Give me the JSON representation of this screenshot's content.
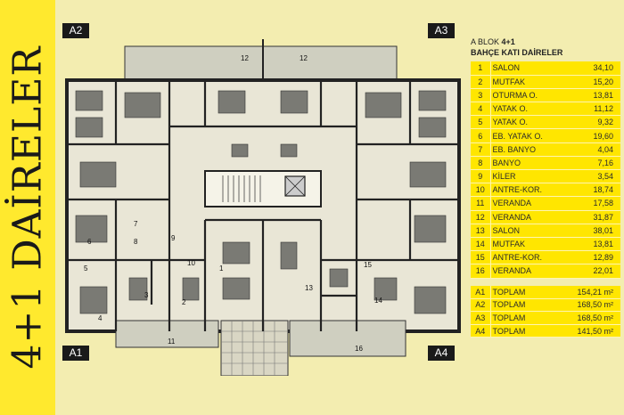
{
  "title": "4+1 DAİRELER",
  "corners": {
    "a1": "A1",
    "a2": "A2",
    "a3": "A3",
    "a4": "A4"
  },
  "legend": {
    "block_prefix": "A BLOK ",
    "block_suffix": "4+1",
    "subtitle": "BAHÇE KATI DAİRELER",
    "rooms": [
      {
        "no": "1",
        "name": "SALON",
        "area": "34,10"
      },
      {
        "no": "2",
        "name": "MUTFAK",
        "area": "15,20"
      },
      {
        "no": "3",
        "name": "OTURMA O.",
        "area": "13,81"
      },
      {
        "no": "4",
        "name": "YATAK O.",
        "area": "11,12"
      },
      {
        "no": "5",
        "name": "YATAK O.",
        "area": "9,32"
      },
      {
        "no": "6",
        "name": "EB. YATAK O.",
        "area": "19,60"
      },
      {
        "no": "7",
        "name": "EB. BANYO",
        "area": "4,04"
      },
      {
        "no": "8",
        "name": "BANYO",
        "area": "7,16"
      },
      {
        "no": "9",
        "name": "KİLER",
        "area": "3,54"
      },
      {
        "no": "10",
        "name": "ANTRE-KOR.",
        "area": "18,74"
      },
      {
        "no": "11",
        "name": "VERANDA",
        "area": "17,58"
      },
      {
        "no": "12",
        "name": "VERANDA",
        "area": "31,87"
      },
      {
        "no": "13",
        "name": "SALON",
        "area": "38,01"
      },
      {
        "no": "14",
        "name": "MUTFAK",
        "area": "13,81"
      },
      {
        "no": "15",
        "name": "ANTRE-KOR.",
        "area": "12,89"
      },
      {
        "no": "16",
        "name": "VERANDA",
        "area": "22,01"
      }
    ],
    "totals": [
      {
        "unit": "A1",
        "label": "TOPLAM",
        "area": "154,21 m²"
      },
      {
        "unit": "A2",
        "label": "TOPLAM",
        "area": "168,50 m²"
      },
      {
        "unit": "A3",
        "label": "TOPLAM",
        "area": "168,50 m²"
      },
      {
        "unit": "A4",
        "label": "TOPLAM",
        "area": "141,50 m²"
      }
    ]
  },
  "plan_labels": [
    "1",
    "2",
    "3",
    "4",
    "5",
    "6",
    "7",
    "8",
    "9",
    "10",
    "11",
    "12",
    "12",
    "13",
    "14",
    "15",
    "16"
  ]
}
